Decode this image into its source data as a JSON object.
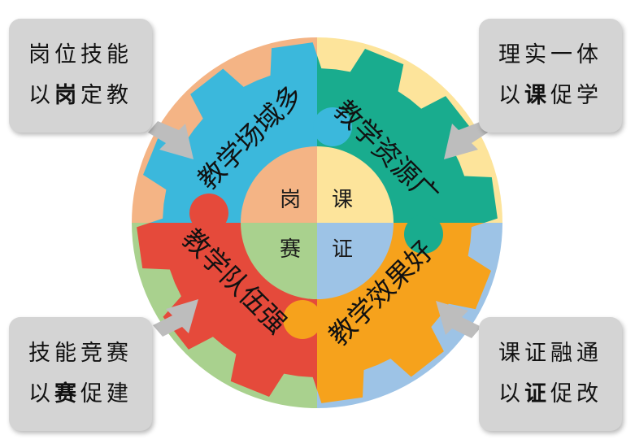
{
  "center": {
    "top_left": "岗",
    "top_right": "课",
    "bottom_left": "赛",
    "bottom_right": "证"
  },
  "gears": {
    "top_left": {
      "label": "教学场域多",
      "color": "#3bb8dc"
    },
    "top_right": {
      "label": "教学资源广",
      "color": "#19ac8e"
    },
    "bottom_left": {
      "label": "教学队伍强",
      "color": "#e54a3b"
    },
    "bottom_right": {
      "label": "教学效果好",
      "color": "#f6a21c"
    }
  },
  "quadrant_colors": {
    "top_left": "#f4b485",
    "top_right": "#fde49b",
    "bottom_left": "#a9d18e",
    "bottom_right": "#9dc3e6"
  },
  "callouts": {
    "top_left": {
      "line1": "岗位技能",
      "line2_pre": "以",
      "line2_bold": "岗",
      "line2_post": "定教"
    },
    "top_right": {
      "line1": "理实一体",
      "line2_pre": "以",
      "line2_bold": "课",
      "line2_post": "促学"
    },
    "bottom_left": {
      "line1": "技能竞赛",
      "line2_pre": "以",
      "line2_bold": "赛",
      "line2_post": "促建"
    },
    "bottom_right": {
      "line1": "课证融通",
      "line2_pre": "以",
      "line2_bold": "证",
      "line2_post": "促改"
    }
  }
}
